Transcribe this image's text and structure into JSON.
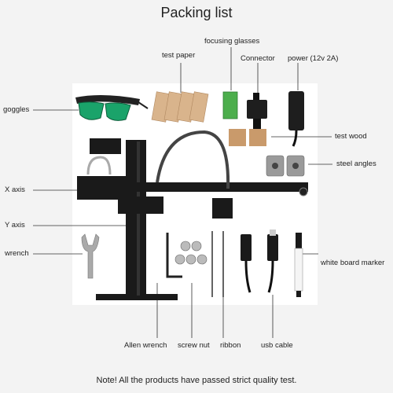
{
  "title": "Packing list",
  "labels": {
    "focusing_glasses": "focusing glasses",
    "test_paper": "test paper",
    "connector": "Connector",
    "power": "power  (12v 2A)",
    "goggles": "goggles",
    "test_wood": "test wood",
    "steel_angles": "steel angles",
    "x_axis": "X axis",
    "y_axis": "Y axis",
    "wrench": "wrench",
    "white_board_marker": "white board marker",
    "allen_wrench": "Allen wrench",
    "screw_nut": "screw nut",
    "ribbon": "ribbon",
    "usb_cable": "usb cable"
  },
  "note": "Note!  All the products have passed strict quality test.",
  "colors": {
    "background": "#f3f3f3",
    "panel": "#ffffff",
    "frame": "#1a1a1a",
    "goggles_lens": "#1aa36a",
    "paper": "#d9b48c",
    "glasses": "#4cae4c"
  }
}
